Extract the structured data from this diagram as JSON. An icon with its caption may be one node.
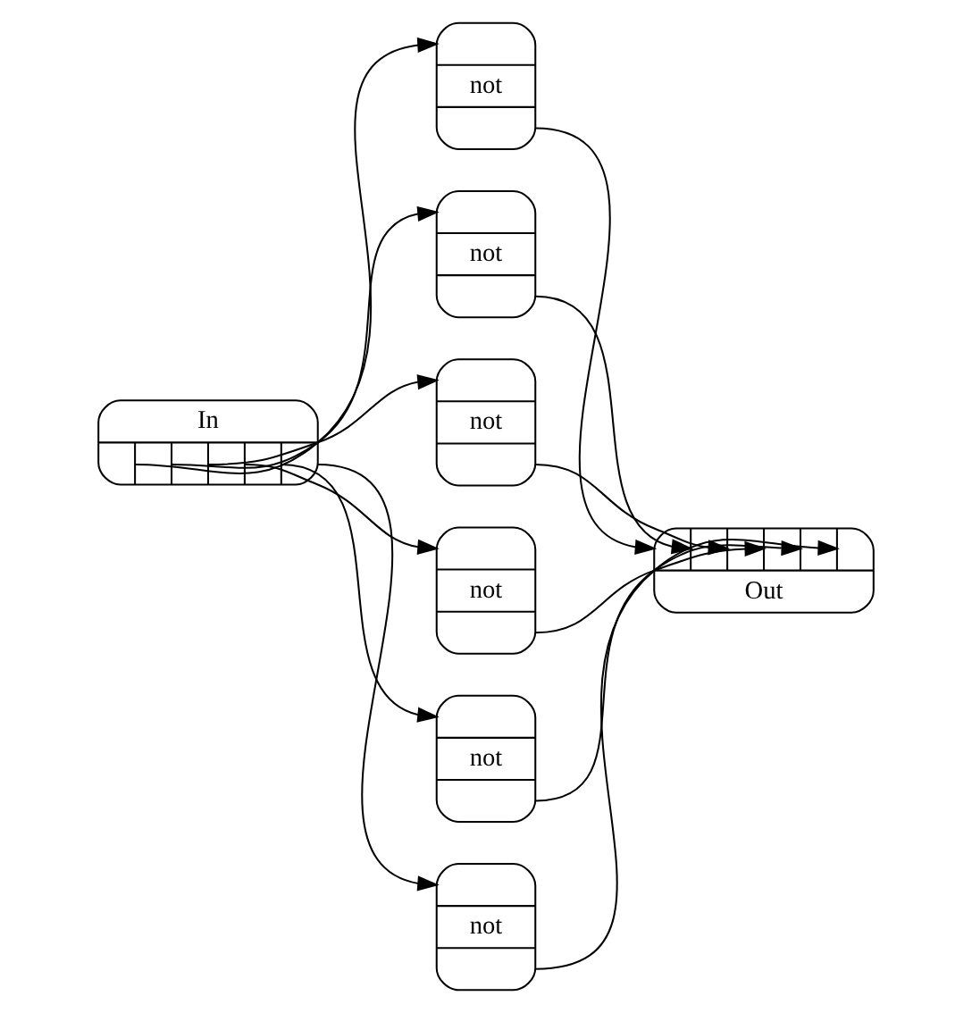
{
  "diagram": {
    "nodes": [
      {
        "text": [
          "In"
        ]
      },
      {
        "text": [
          "not"
        ]
      },
      {
        "text": [
          "not"
        ]
      },
      {
        "text": [
          "not"
        ]
      },
      {
        "text": [
          "not"
        ]
      },
      {
        "text": [
          "not"
        ]
      },
      {
        "text": [
          "not"
        ]
      },
      {
        "text": [
          "Out"
        ]
      }
    ],
    "edges": [
      {
        "from": 0,
        "to": 1,
        "arrow": "to"
      },
      {
        "from": 0,
        "to": 2,
        "arrow": "to"
      },
      {
        "from": 0,
        "to": 3,
        "arrow": "to"
      },
      {
        "from": 0,
        "to": 4,
        "arrow": "to"
      },
      {
        "from": 0,
        "to": 5,
        "arrow": "to"
      },
      {
        "from": 0,
        "to": 6,
        "arrow": "to"
      },
      {
        "from": 1,
        "to": 7,
        "arrow": "to"
      },
      {
        "from": 2,
        "to": 7,
        "arrow": "to"
      },
      {
        "from": 3,
        "to": 7,
        "arrow": "to"
      },
      {
        "from": 4,
        "to": 7,
        "arrow": "to"
      },
      {
        "from": 5,
        "to": 7,
        "arrow": "to"
      },
      {
        "from": 6,
        "to": 7,
        "arrow": "to"
      }
    ]
  }
}
